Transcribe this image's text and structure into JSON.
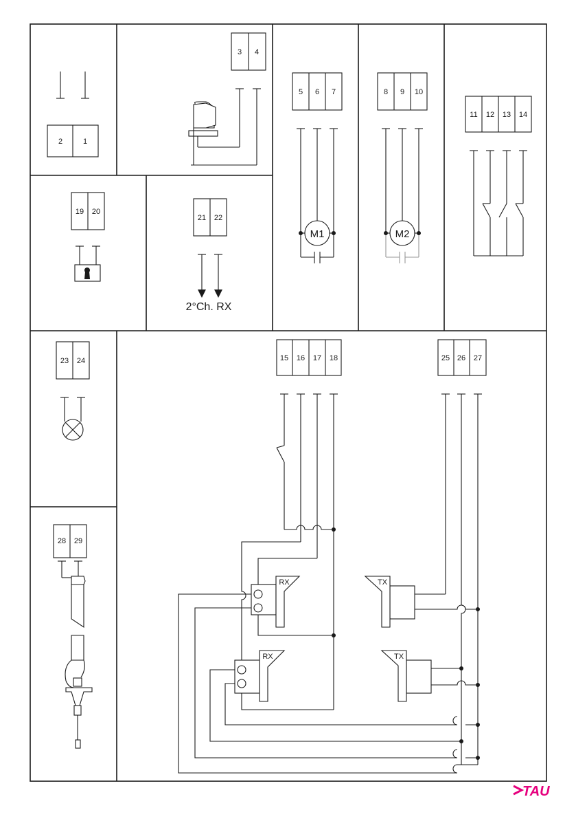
{
  "colors": {
    "line": "#1a1a1a",
    "brand": "#e6007e",
    "background": "#ffffff"
  },
  "terminals": {
    "block_1_2": [
      "2",
      "1"
    ],
    "block_3_4": [
      "3",
      "4"
    ],
    "block_m1": [
      "5",
      "6",
      "7"
    ],
    "block_m2": [
      "8",
      "9",
      "10"
    ],
    "block_limit": [
      "11",
      "12",
      "13",
      "14"
    ],
    "block_key": [
      "19",
      "20"
    ],
    "block_rx2": [
      "21",
      "22"
    ],
    "block_lamp": [
      "23",
      "24"
    ],
    "block_aerial": [
      "28",
      "29"
    ],
    "block_safety": [
      "15",
      "16",
      "17",
      "18"
    ],
    "block_power": [
      "25",
      "26",
      "27"
    ]
  },
  "labels": {
    "motor1": "M1",
    "motor2": "M2",
    "second_channel": "2°Ch. RX",
    "rx_top": "RX",
    "rx_bottom": "RX",
    "tx_top": "TX",
    "tx_bottom": "TX"
  },
  "logo": {
    "text": "TAU"
  }
}
